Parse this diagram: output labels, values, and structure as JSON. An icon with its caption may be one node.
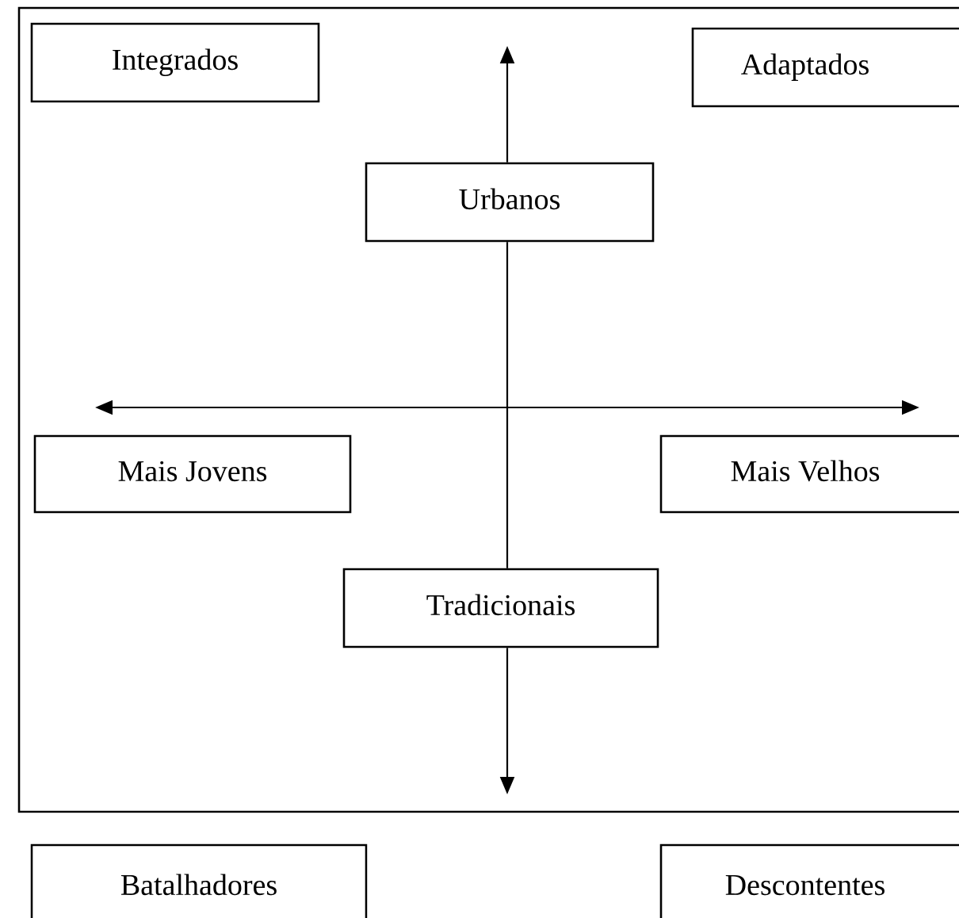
{
  "diagram": {
    "nodes": [
      {
        "text": [],
        "shape": "box"
      },
      {
        "text": [
          "Integrados"
        ],
        "in": 0
      },
      {
        "text": [
          "Adaptados"
        ],
        "in": 0
      },
      {
        "text": [
          "Urbanos"
        ],
        "in": 0
      },
      {
        "text": [
          "Mais Jovens"
        ],
        "in": 0
      },
      {
        "text": [
          "Mais Velhos"
        ],
        "in": 0
      },
      {
        "text": [
          "Tradicionais"
        ],
        "in": 0
      },
      {
        "text": [
          "Batalhadores"
        ]
      },
      {
        "text": [
          "Descontentes"
        ]
      }
    ],
    "edges": [
      {
        "from": 3,
        "to": null,
        "arrow": "to"
      },
      {
        "from": 3,
        "to": 6,
        "arrow": "none"
      },
      {
        "from": 6,
        "to": null,
        "arrow": "to"
      }
    ]
  }
}
